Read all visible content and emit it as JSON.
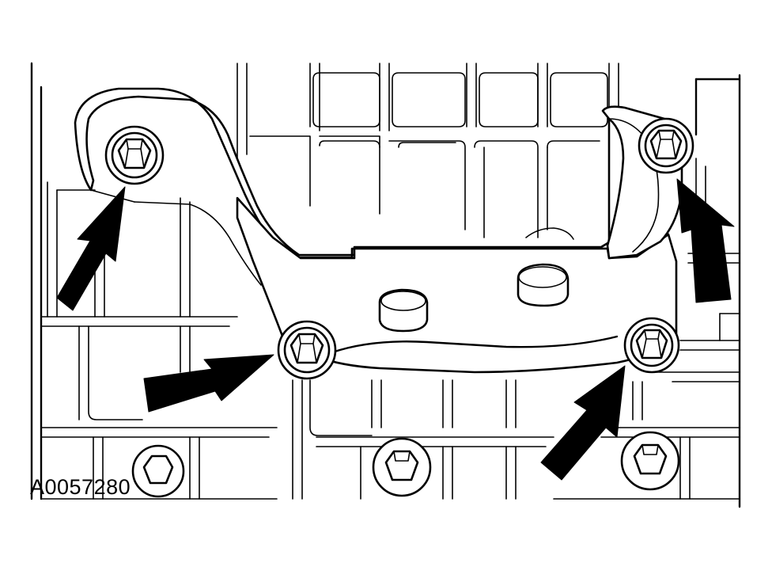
{
  "figure": {
    "id_label": "A0057280"
  },
  "colors": {
    "ink": "#000000",
    "paper": "#ffffff"
  },
  "bolts": [
    {
      "name": "bolt-upper-left",
      "arrow": "arrow-upper-left"
    },
    {
      "name": "bolt-lower-left",
      "arrow": "arrow-lower-left"
    },
    {
      "name": "bolt-lower-right",
      "arrow": "arrow-lower-right"
    },
    {
      "name": "bolt-upper-right",
      "arrow": "arrow-upper-right"
    }
  ]
}
